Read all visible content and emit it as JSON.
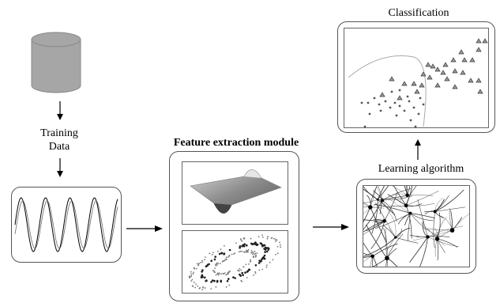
{
  "labels": {
    "training_data": [
      "Training",
      "Data"
    ],
    "feature_extraction": "Feature extraction module",
    "learning_algorithm": "Learning algorithm",
    "classification": "Classification"
  },
  "icons": {
    "database": "database-cylinder-icon",
    "signal": "sine-wave-icon",
    "surface": "3d-surface-icon",
    "scatter": "ellipse-scatter-icon",
    "network": "neural-network-icon",
    "classification": "scatter-plot-icon"
  },
  "colors": {
    "cylinder_fill": "#a6a6a6",
    "stroke": "#000000",
    "panel_border": "#555555"
  }
}
